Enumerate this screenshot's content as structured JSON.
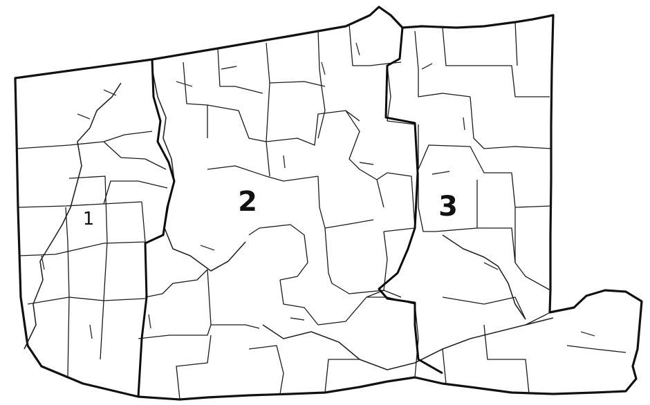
{
  "map": {
    "districts": [
      {
        "id": 1,
        "label": "1"
      },
      {
        "id": 2,
        "label": "2"
      },
      {
        "id": 3,
        "label": "3"
      }
    ]
  }
}
